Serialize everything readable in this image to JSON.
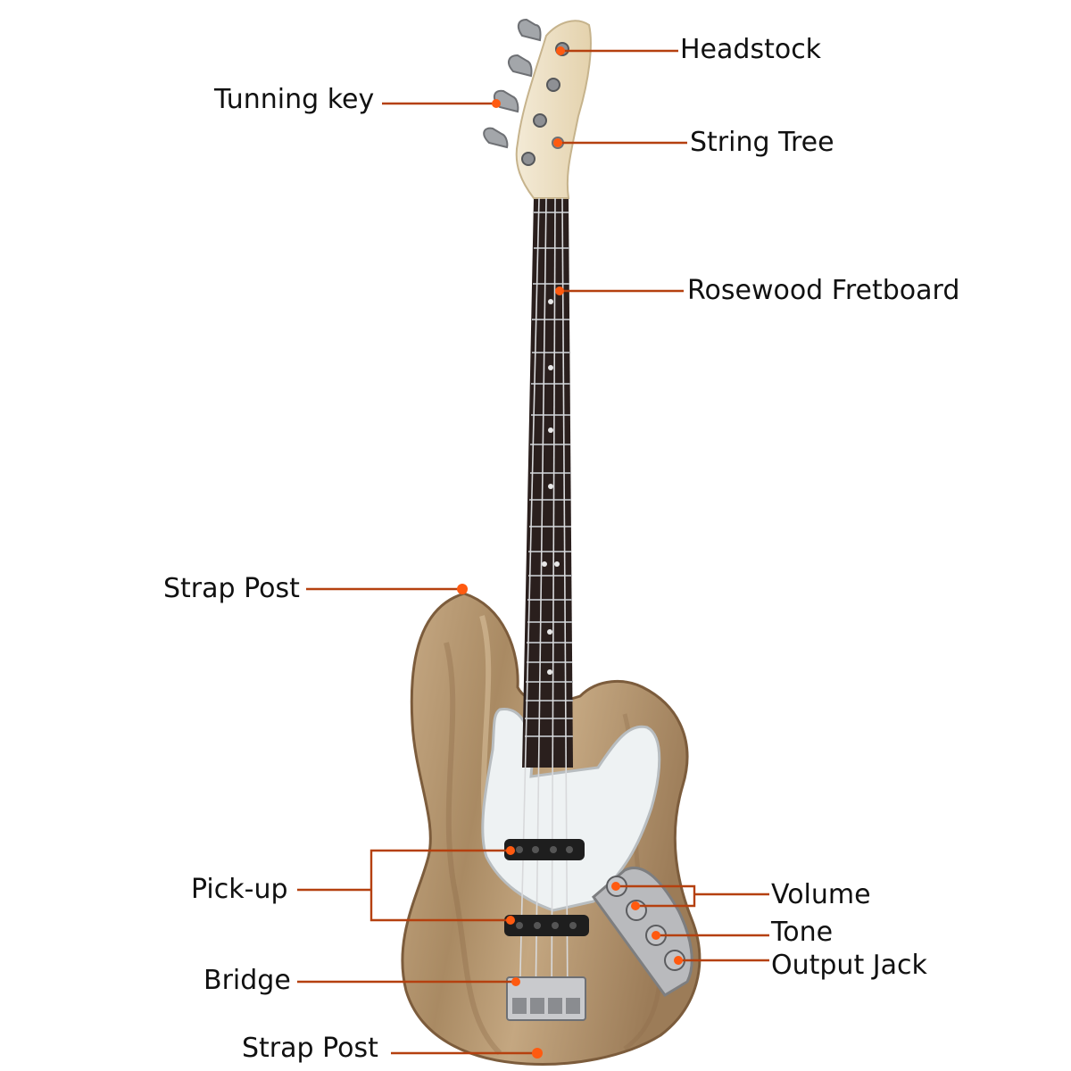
{
  "labels": {
    "headstock": "Headstock",
    "tuning_key": "Tunning key",
    "string_tree": "String Tree",
    "fretboard": "Rosewood Fretboard",
    "strap_post_top": "Strap Post",
    "pickup": "Pick-up",
    "volume": "Volume",
    "tone": "Tone",
    "output_jack": "Output Jack",
    "bridge": "Bridge",
    "strap_post_bottom": "Strap Post"
  },
  "colors": {
    "leader": "#b5400f",
    "dot": "#ff5a10",
    "wood": "#b99a74",
    "wood_dark": "#8a6a48",
    "pickguard": "#eef2f3",
    "fretboard": "#2a1f1d",
    "maple": "#efe3c8",
    "chrome": "#a9aaad"
  }
}
